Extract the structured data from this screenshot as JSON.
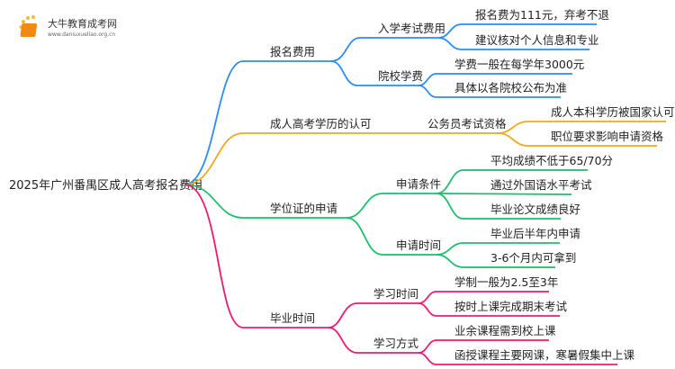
{
  "logo": {
    "name": "大牛教育成考网",
    "url": "www.daniuxueliao.org.cn"
  },
  "colors": {
    "blue": "#2a8cf4",
    "orange": "#f3a81c",
    "green": "#1dbf6c",
    "pink": "#ef1a70"
  },
  "root": "2025年广州番禺区成人高考报名费用",
  "branches": [
    {
      "label": "报名费用",
      "children": [
        {
          "label": "入学考试费用",
          "leaves": [
            "报名费为111元，弃考不退",
            "建议核对个人信息和专业"
          ]
        },
        {
          "label": "院校学费",
          "leaves": [
            "学费一般在每学年3000元",
            "具体以各院校公布为准"
          ]
        }
      ]
    },
    {
      "label": "成人高考学历的认可",
      "children": [
        {
          "label": "公务员考试资格",
          "leaves": [
            "成人本科学历被国家认可",
            "职位要求影响申请资格"
          ]
        }
      ]
    },
    {
      "label": "学位证的申请",
      "children": [
        {
          "label": "申请条件",
          "leaves": [
            "平均成绩不低于65/70分",
            "通过外国语水平考试",
            "毕业论文成绩良好"
          ]
        },
        {
          "label": "申请时间",
          "leaves": [
            "毕业后半年内申请",
            "3-6个月内可拿到"
          ]
        }
      ]
    },
    {
      "label": "毕业时间",
      "children": [
        {
          "label": "学习时间",
          "leaves": [
            "学制一般为2.5至3年",
            "按时上课完成期末考试"
          ]
        },
        {
          "label": "学习方式",
          "leaves": [
            "业余课程需到校上课",
            "函授课程主要网课，寒暑假集中上课"
          ]
        }
      ]
    }
  ]
}
